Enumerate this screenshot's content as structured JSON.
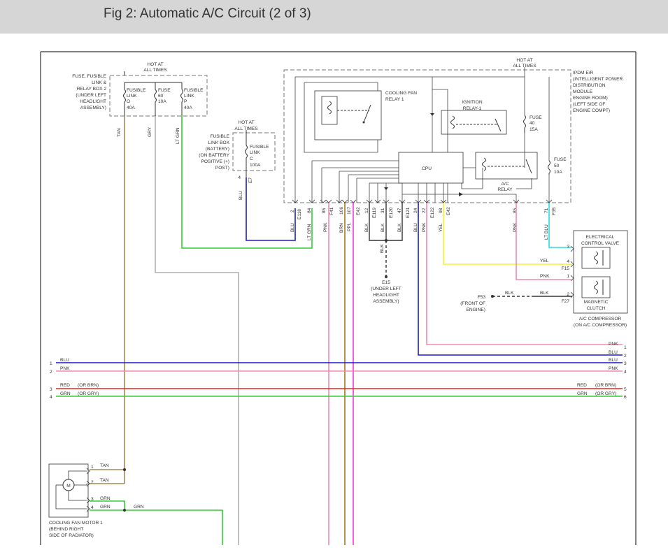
{
  "header": {
    "title": "Fig 2: Automatic A/C Circuit (2 of 3)"
  },
  "labels": {
    "hot_a": "HOT AT",
    "all_times_a": "ALL TIMES",
    "hot_b": "HOT AT",
    "all_times_b": "ALL TIMES",
    "hot_c": "HOT AT",
    "all_times_c": "ALL TIMES",
    "fusebox2": [
      "FUSE, FUSIBLE",
      "LINK &",
      "RELAY BOX 2",
      "(UNDER LEFT",
      "HEADLIGHT",
      "ASSEMBLY)"
    ],
    "fl_o": [
      "FUSIBLE",
      "LINK",
      "O",
      "40A"
    ],
    "fuse60": [
      "FUSE",
      "60",
      "10A"
    ],
    "fl_p": [
      "FUSIBLE",
      "LINK",
      "P",
      "40A"
    ],
    "flbox": [
      "FUSIBLE",
      "LINK BOX",
      "(BATTERY)",
      "(ON BATTERY",
      "POSITIVE (+)",
      "POST)"
    ],
    "fl_c": [
      "FUSIBLE",
      "LINK",
      "C",
      "100A"
    ],
    "ipdm": [
      "IPDM E/R",
      "(INTELLIGENT POWER",
      "DISTRIBUTION",
      "MODULE",
      "ENGINE ROOM)",
      "(LEFT SIDE OF",
      "ENGINE COMPT)"
    ],
    "cfr1": [
      "COOLING FAN",
      "RELAY 1"
    ],
    "ign1": [
      "IGNITION",
      "RELAY-1"
    ],
    "fuse40": [
      "FUSE",
      "40",
      "15A"
    ],
    "fuse50": [
      "FUSE",
      "50",
      "10A"
    ],
    "cpu": "CPU",
    "acrelay": [
      "A/C",
      "RELAY"
    ],
    "ecv": [
      "ELECTRICAL",
      "CONTROL VALVE"
    ],
    "mclutch": [
      "MAGNETIC",
      "CLUTCH"
    ],
    "accomp": [
      "A/C COMPRESSOR",
      "(ON A/C COMPRESSOR)"
    ],
    "e15": [
      "E15",
      "(UNDER LEFT",
      "HEADLIGHT",
      "ASSEMBLY)"
    ],
    "f53": [
      "F53",
      "(FRONT OF",
      "ENGINE)"
    ],
    "motor": [
      "COOLING FAN MOTOR 1",
      "(BEHIND RIGHT",
      "SIDE OF RADIATOR)"
    ],
    "motor_symbol": "M"
  },
  "wire_colors": {
    "tan": "TAN",
    "gry": "GRY",
    "ltgrn": "LT GRN",
    "blu": "BLU",
    "pnk": "PNK",
    "brn": "BRN",
    "ppl": "PPL",
    "blk": "BLK",
    "yel": "YEL",
    "ltblu": "LT BLU",
    "red": "RED",
    "grn": "GRN",
    "or_brn": "(OR BRN)",
    "or_gry": "(OR GRY)"
  },
  "pins": {
    "fl_a4": "4",
    "fl_e7": "E7",
    "ipdm": [
      "2",
      "E118",
      "84",
      "85",
      "F41",
      "106",
      "107",
      "E42",
      "12",
      "E119",
      "31",
      "E120",
      "47",
      "E121",
      "24",
      "22",
      "E122",
      "98",
      "E42",
      "85",
      "71",
      "F35"
    ],
    "ecv_3": "3",
    "ecv_4": "4",
    "ecv_f15": "F15",
    "mc_1": "1",
    "mc_2": "2",
    "mc_f27": "F27",
    "left": [
      "1",
      "2",
      "3",
      "4"
    ],
    "right": [
      "1",
      "2",
      "3",
      "4",
      "5",
      "6"
    ],
    "motor": [
      "1",
      "2",
      "3",
      "4"
    ]
  },
  "colors": {
    "blue": "#1a1acc",
    "pink": "#f088b0",
    "magenta": "#ff33dd",
    "red": "#ee2222",
    "green": "#33cc33",
    "yellow": "#f2f233",
    "cyan": "#22dddd",
    "tan": "#a08a58",
    "gray": "#b0b0b0",
    "brown": "#9c7a22",
    "header_bg": "#d6d6d6"
  }
}
